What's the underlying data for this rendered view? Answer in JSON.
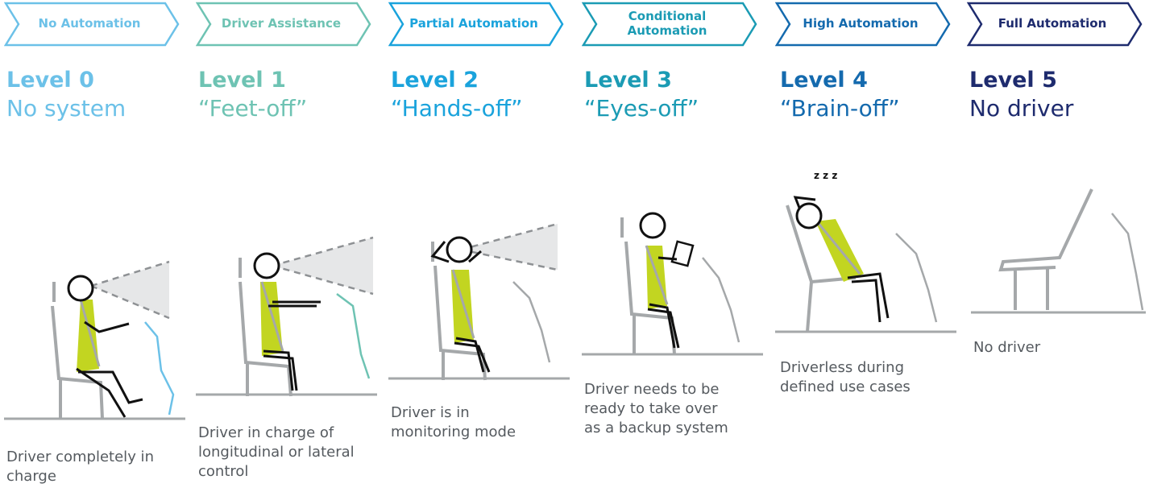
{
  "levels": [
    {
      "stage": "No Automation",
      "level": "Level 0",
      "mode": "No system",
      "description": "Driver completely in charge",
      "color": "#6cc1e8"
    },
    {
      "stage": "Driver Assistance",
      "level": "Level 1",
      "mode": "“Feet-off”",
      "description": "Driver in charge of longitudinal or lateral control",
      "color": "#6ec3b3"
    },
    {
      "stage": "Partial Automation",
      "level": "Level 2",
      "mode": "“Hands-off”",
      "description": "Driver is in monitoring mode",
      "color": "#1aa3dc"
    },
    {
      "stage": "Conditional Automation",
      "level": "Level 3",
      "mode": "“Eyes-off”",
      "description": "Driver needs to be ready to take over as a backup system",
      "color": "#1b9bb4"
    },
    {
      "stage": "High Automation",
      "level": "Level 4",
      "mode": "“Brain-off”",
      "description": "Driverless during defined use cases",
      "color": "#146aae"
    },
    {
      "stage": "Full Automation",
      "level": "Level 5",
      "mode": "No driver",
      "description": "No driver",
      "color": "#1e2b6e"
    }
  ],
  "palette": {
    "vest": "#c2d521",
    "seat": "#a5a8aa",
    "cone": "#e6e7e8",
    "dark": "#111111",
    "text": "#555a5f"
  },
  "sleep_label": "z z z"
}
